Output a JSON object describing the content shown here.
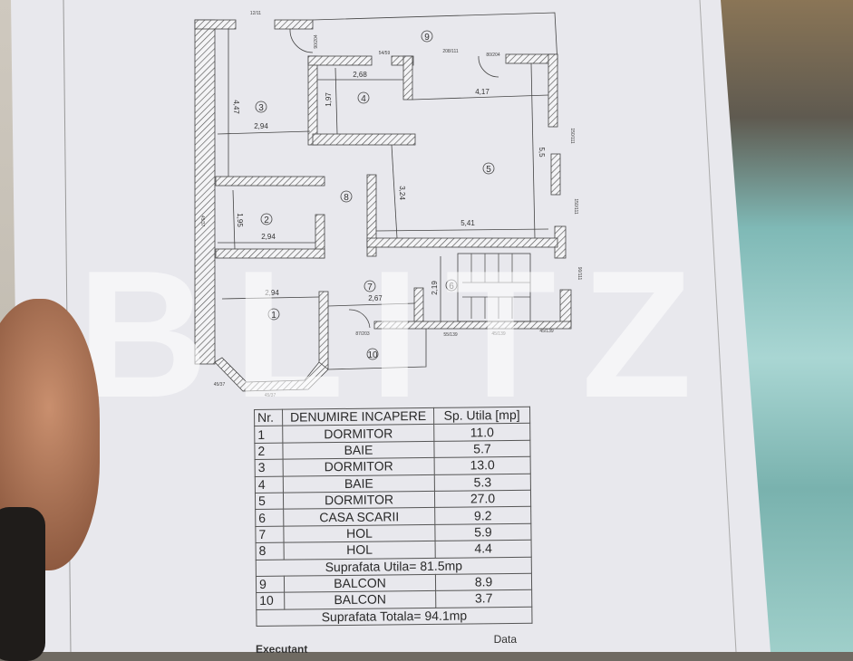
{
  "plan": {
    "room_numbers": [
      "1",
      "2",
      "3",
      "4",
      "5",
      "6",
      "7",
      "8",
      "9",
      "10"
    ],
    "dimensions": {
      "r3_h": "4,47",
      "r3_w": "2,94",
      "r4_w": "2,68",
      "r4_h": "1,97",
      "r5_w_top": "4,17",
      "r5_h": "5,5",
      "r8_h": "3,24",
      "r5_w": "5,41",
      "r2_h": "1,95",
      "r2_w": "2,94",
      "r1_w": "2,94",
      "r7_w": "2,67",
      "r6_h": "2,19"
    },
    "openings": [
      "12/11",
      "90/204",
      "54/59",
      "208/111",
      "80/204",
      "150/111",
      "150/111",
      "90/111",
      "87/203",
      "55/139",
      "45/139",
      "45/139",
      "45/37",
      "45/37",
      "45/37"
    ]
  },
  "table": {
    "headers": [
      "Nr.",
      "DENUMIRE INCAPERE",
      "Sp. Utila  [mp]"
    ],
    "rows": [
      {
        "nr": "1",
        "name": "DORMITOR",
        "area": "11.0"
      },
      {
        "nr": "2",
        "name": "BAIE",
        "area": "5.7"
      },
      {
        "nr": "3",
        "name": "DORMITOR",
        "area": "13.0"
      },
      {
        "nr": "4",
        "name": "BAIE",
        "area": "5.3"
      },
      {
        "nr": "5",
        "name": "DORMITOR",
        "area": "27.0"
      },
      {
        "nr": "6",
        "name": "CASA SCARII",
        "area": "9.2"
      },
      {
        "nr": "7",
        "name": "HOL",
        "area": "5.9"
      },
      {
        "nr": "8",
        "name": "HOL",
        "area": "4.4"
      }
    ],
    "subtotal": "Suprafata Utila= 81.5mp",
    "balcony_rows": [
      {
        "nr": "9",
        "name": "BALCON",
        "area": "8.9"
      },
      {
        "nr": "10",
        "name": "BALCON",
        "area": "3.7"
      }
    ],
    "total": "Suprafata Totala= 94.1mp",
    "date_label": "Data",
    "executant_label": "Executant"
  },
  "watermark": "BLITZ",
  "colors": {
    "paper": "#e9e9ee",
    "ink": "#333333",
    "hatch": "#555555",
    "plastic": "#8fc7c2"
  }
}
